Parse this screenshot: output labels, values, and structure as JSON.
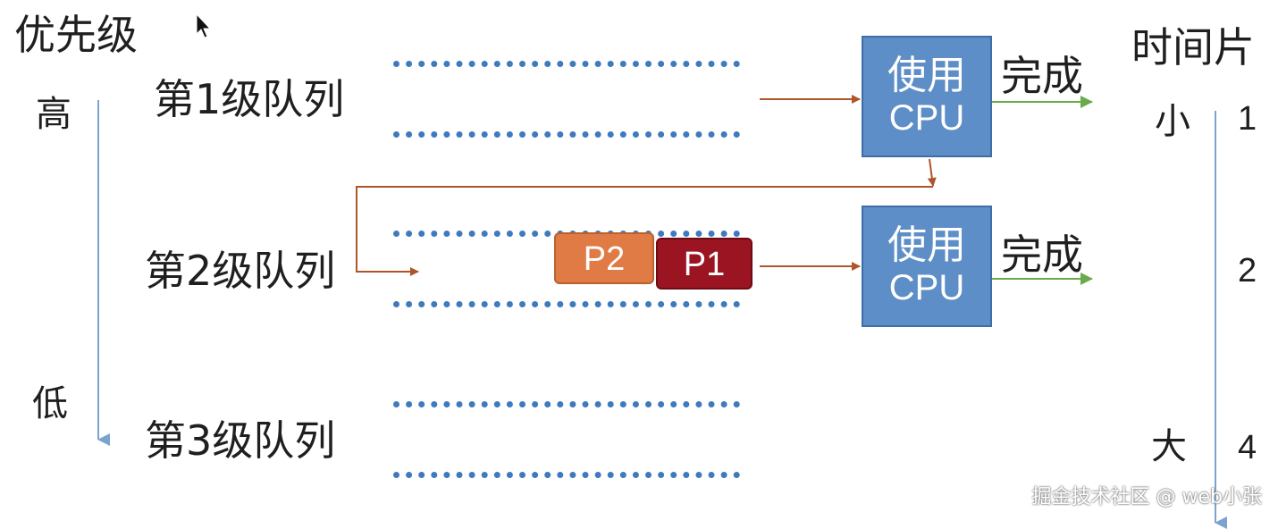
{
  "priority": {
    "title": "优先级",
    "high": "高",
    "low": "低"
  },
  "queues": [
    {
      "label": "第1级队列"
    },
    {
      "label": "第2级队列"
    },
    {
      "label": "第3级队列"
    }
  ],
  "cpu_boxes": [
    {
      "line1": "使用",
      "line2": "CPU",
      "done": "完成"
    },
    {
      "line1": "使用",
      "line2": "CPU",
      "done": "完成"
    }
  ],
  "processes": [
    {
      "label": "P2",
      "color": "#e07b45"
    },
    {
      "label": "P1",
      "color": "#9a1421"
    }
  ],
  "time_slice": {
    "title": "时间片",
    "small": "小",
    "large": "大",
    "values": [
      "1",
      "2",
      "4"
    ]
  },
  "colors": {
    "queue_dots": "#3f79be",
    "cpu_fill": "#5d8ec7",
    "flow_arrow": "#b0542a",
    "done_arrow": "#6aaa4a",
    "axis_arrow": "#7aa3d0"
  },
  "watermark": "掘金技术社区 @ web小张"
}
